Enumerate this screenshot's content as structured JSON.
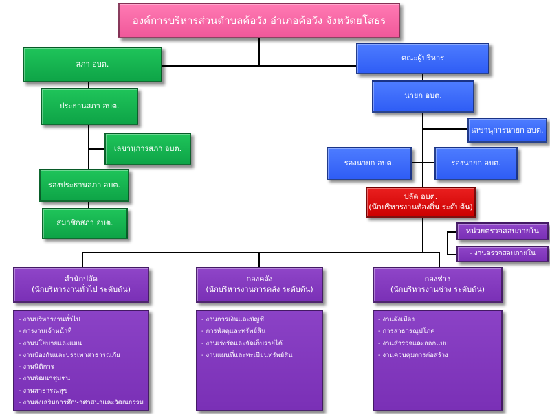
{
  "top": "องค์การบริหารส่วนตำบลค้อวัง อำเภอค้อวัง จังหวัดยโสธร",
  "council": {
    "main": "สภา อบต.",
    "president": "ประธานสภา อบต.",
    "secretary": "เลขานุการสภา อบต.",
    "vice_president": "รองประธานสภา อบต.",
    "members": "สมาชิกสภา อบต."
  },
  "executive": {
    "main": "คณะผู้บริหาร",
    "mayor": "นายก อบต.",
    "mayor_secretary": "เลขานุการนายก อบต.",
    "deputy_left": "รองนายก อบต.",
    "deputy_right": "รองนายก อบต."
  },
  "clerk": {
    "title": "ปลัด อบต.",
    "subtitle": "(นักบริหารงานท้องถิ่น ระดับต้น)"
  },
  "audit": {
    "unit": "หน่วยตรวจสอบภายใน",
    "work": "- งานตรวจสอบภายใน"
  },
  "departments": [
    {
      "title": "สำนักปลัด",
      "subtitle": "(นักบริหารงานทั่วไป ระดับต้น)",
      "items": [
        "- งานบริหารงานทั่วไป",
        "- การงานเจ้าหน้าที่",
        "- งานนโยบายและแผน",
        "- งานป้องกันและบรรเทาสาธารณภัย",
        "- งานนิติการ",
        "- งานพัฒนาชุมชน",
        "- งานสาธารณสุข",
        "- งานส่งเสริมการศึกษาศาสนาและวัฒนธรรม"
      ]
    },
    {
      "title": "กองคลัง",
      "subtitle": "(นักบริหารงานการคลัง ระดับต้น)",
      "items": [
        "- งานการเงินและบัญชี",
        "- การพัสดุและทรัพย์สิน",
        "- งานเร่งรัดและจัดเก็บรายได้",
        "- งานแผนที่และทะเบียนทรัพย์สิน"
      ]
    },
    {
      "title": "กองช่าง",
      "subtitle": "(นักบริหารงานช่าง ระดับต้น)",
      "items": [
        "- งานผังเมือง",
        "- การสาธารณูปโภค",
        "- งานสำรวจและออกแบบ",
        "- งานควบคุมการก่อสร้าง"
      ]
    }
  ],
  "colors": {
    "top": "#f0589a",
    "council": "#0ea447",
    "executive": "#2f5df5",
    "clerk": "#cc0000",
    "departments": "#7a30b6"
  }
}
